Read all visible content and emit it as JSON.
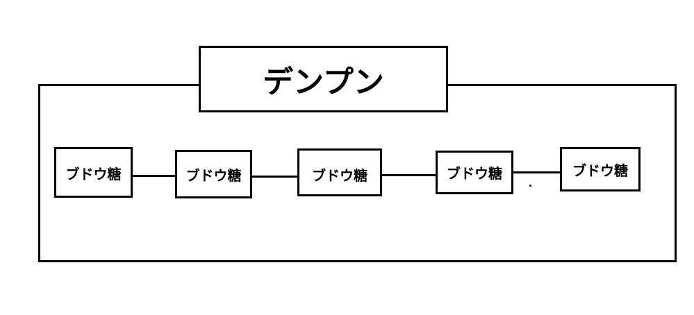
{
  "title": "デンプン",
  "nodes": [
    {
      "label": "ブドウ糖"
    },
    {
      "label": "ブドウ糖"
    },
    {
      "label": "ブドウ糖"
    },
    {
      "label": "ブドウ糖"
    },
    {
      "label": "ブドウ糖"
    }
  ],
  "colors": {
    "stroke": "#000000",
    "background": "#ffffff"
  }
}
